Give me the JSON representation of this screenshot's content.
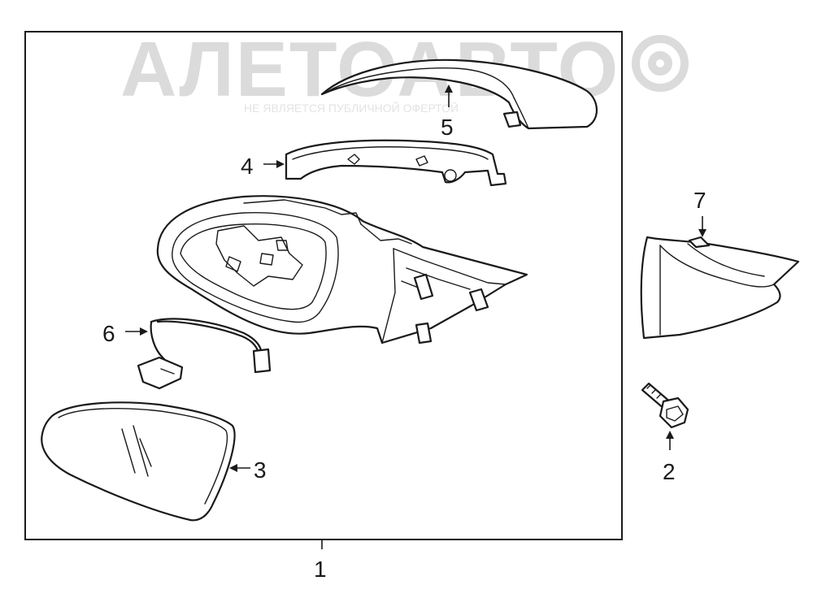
{
  "watermark": {
    "text": "АЛЕТОАВТО",
    "caption": "НЕ ЯВЛЯЕТСЯ ПУБЛИЧНОЙ ОФЕРТОЙ"
  },
  "callouts": [
    {
      "id": "1",
      "label": "1"
    },
    {
      "id": "2",
      "label": "2"
    },
    {
      "id": "3",
      "label": "3"
    },
    {
      "id": "4",
      "label": "4"
    },
    {
      "id": "5",
      "label": "5"
    },
    {
      "id": "6",
      "label": "6"
    },
    {
      "id": "7",
      "label": "7"
    }
  ],
  "colors": {
    "line": "#1a1a1a",
    "watermark": "#bdbdbd",
    "background": "#ffffff"
  }
}
